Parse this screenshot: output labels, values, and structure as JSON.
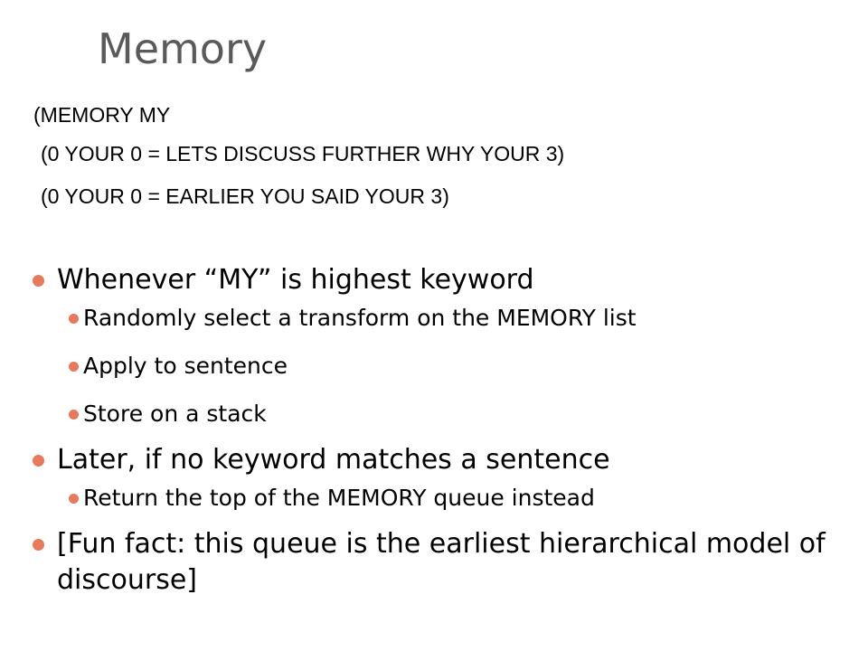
{
  "slide": {
    "title": "Memory",
    "code_lines": [
      "(MEMORY MY",
      "(0 YOUR 0 = LETS DISCUSS FURTHER WHY YOUR 3)",
      "(0 YOUR 0 = EARLIER YOU SAID YOUR 3)"
    ],
    "bullets": [
      {
        "text": "Whenever “MY” is highest keyword",
        "sub": [
          "Randomly select a transform on the MEMORY list",
          "Apply to sentence",
          "Store on a stack"
        ]
      },
      {
        "text": "Later, if no keyword matches a sentence",
        "sub": [
          "Return the top of the MEMORY queue instead"
        ]
      },
      {
        "text": "[Fun fact: this queue is the earliest hierarchical model of discourse]",
        "sub": []
      }
    ]
  },
  "colors": {
    "title": "#5a5a5a",
    "bullet": "#e8795a",
    "text": "#000000"
  }
}
